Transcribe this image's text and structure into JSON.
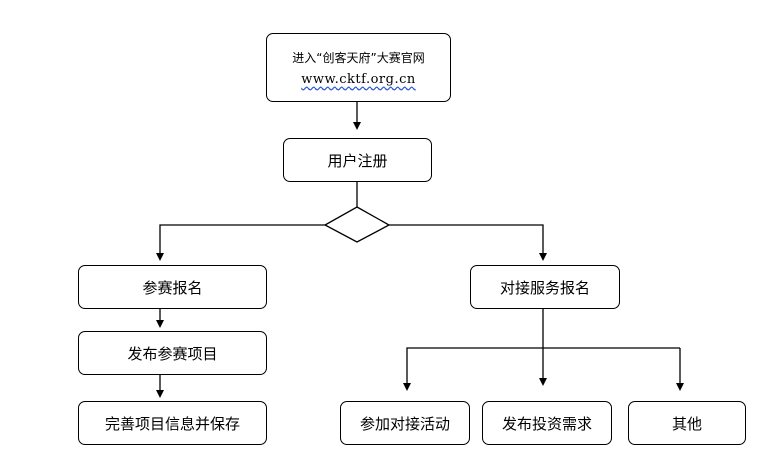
{
  "nodes": {
    "start": {
      "line1": "进入“创客天府”大赛官网",
      "line2": "www.cktf.org.cn"
    },
    "register": "用户注册",
    "apply": "参赛报名",
    "publish_project": "发布参赛项目",
    "save_project": "完善项目信息并保存",
    "docking_apply": "对接服务报名",
    "join_docking": "参加对接活动",
    "publish_investment": "发布投资需求",
    "other": "其他"
  }
}
